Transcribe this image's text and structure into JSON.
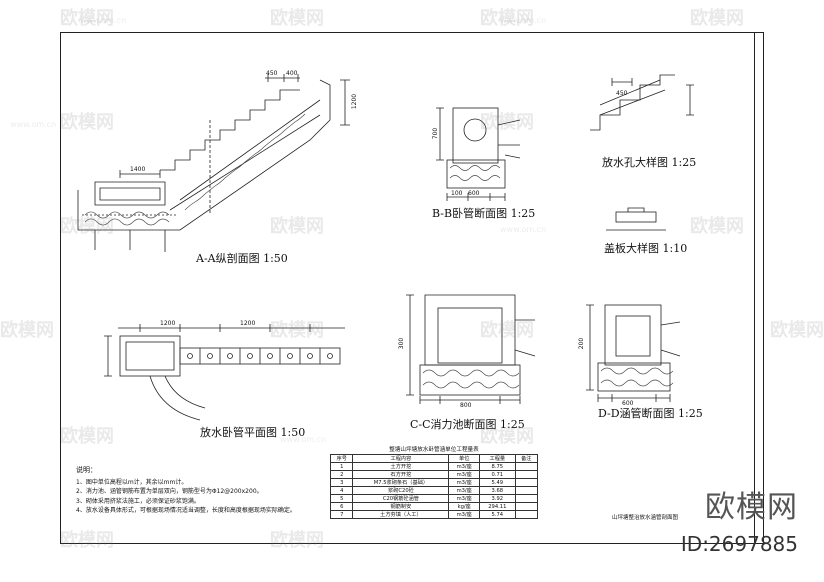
{
  "drawing_titles": {
    "aa": "A-A纵剖面图 1:50",
    "bb": "B-B卧管断面图 1:25",
    "hole": "放水孔大样图 1:25",
    "cover": "盖板大样图 1:10",
    "plan": "放水卧管平面图 1:50",
    "cc": "C-C消力池断面图 1:25",
    "dd": "D-D涵管断面图 1:25"
  },
  "dimensions": {
    "d450": "450",
    "d400": "400",
    "d1200": "1200",
    "d1400": "1400",
    "d700": "700",
    "d600": "600",
    "d100": "100",
    "d300": "300",
    "d200": "200",
    "d800": "800"
  },
  "notes": {
    "heading": "说明：",
    "items": [
      "1、图中单位高程以m计，其余以mm计。",
      "2、消力池、涵管钢筋布置为单层双向，钢筋型号为Φ12@200x200。",
      "3、砌体采用挤浆法施工，必须保证砂浆饱满。",
      "4、放水设备具体形式，可根据现场情况适当调整，长度和高度根据现场实际确定。"
    ]
  },
  "table": {
    "caption": "整塘山坪塘放水卧管涵单位工程量表",
    "headers": [
      "序号",
      "工程内容",
      "单位",
      "工程量",
      "备注"
    ],
    "rows": [
      [
        "1",
        "土方开挖",
        "m3/座",
        "8.75",
        ""
      ],
      [
        "2",
        "石方开挖",
        "m3/座",
        "0.71",
        ""
      ],
      [
        "3",
        "M7.5浆砌条石（基础）",
        "m3/座",
        "5.49",
        ""
      ],
      [
        "4",
        "浆砌C20砼",
        "m3/座",
        "3.68",
        ""
      ],
      [
        "5",
        "C20钢筋砼涵管",
        "m3/座",
        "3.92",
        ""
      ],
      [
        "6",
        "钢筋制安",
        "kg/座",
        "294.11",
        ""
      ],
      [
        "7",
        "土方夯填（人工）",
        "m3/座",
        "5.74",
        ""
      ]
    ]
  },
  "sheet_title": "山坪塘整治放水涵管剖面图",
  "watermark": {
    "brand": "欧模网",
    "url": "www.om.cn",
    "id": "ID:2697885"
  },
  "colors": {
    "line": "#222222",
    "hatch": "#555555",
    "background": "#ffffff"
  }
}
